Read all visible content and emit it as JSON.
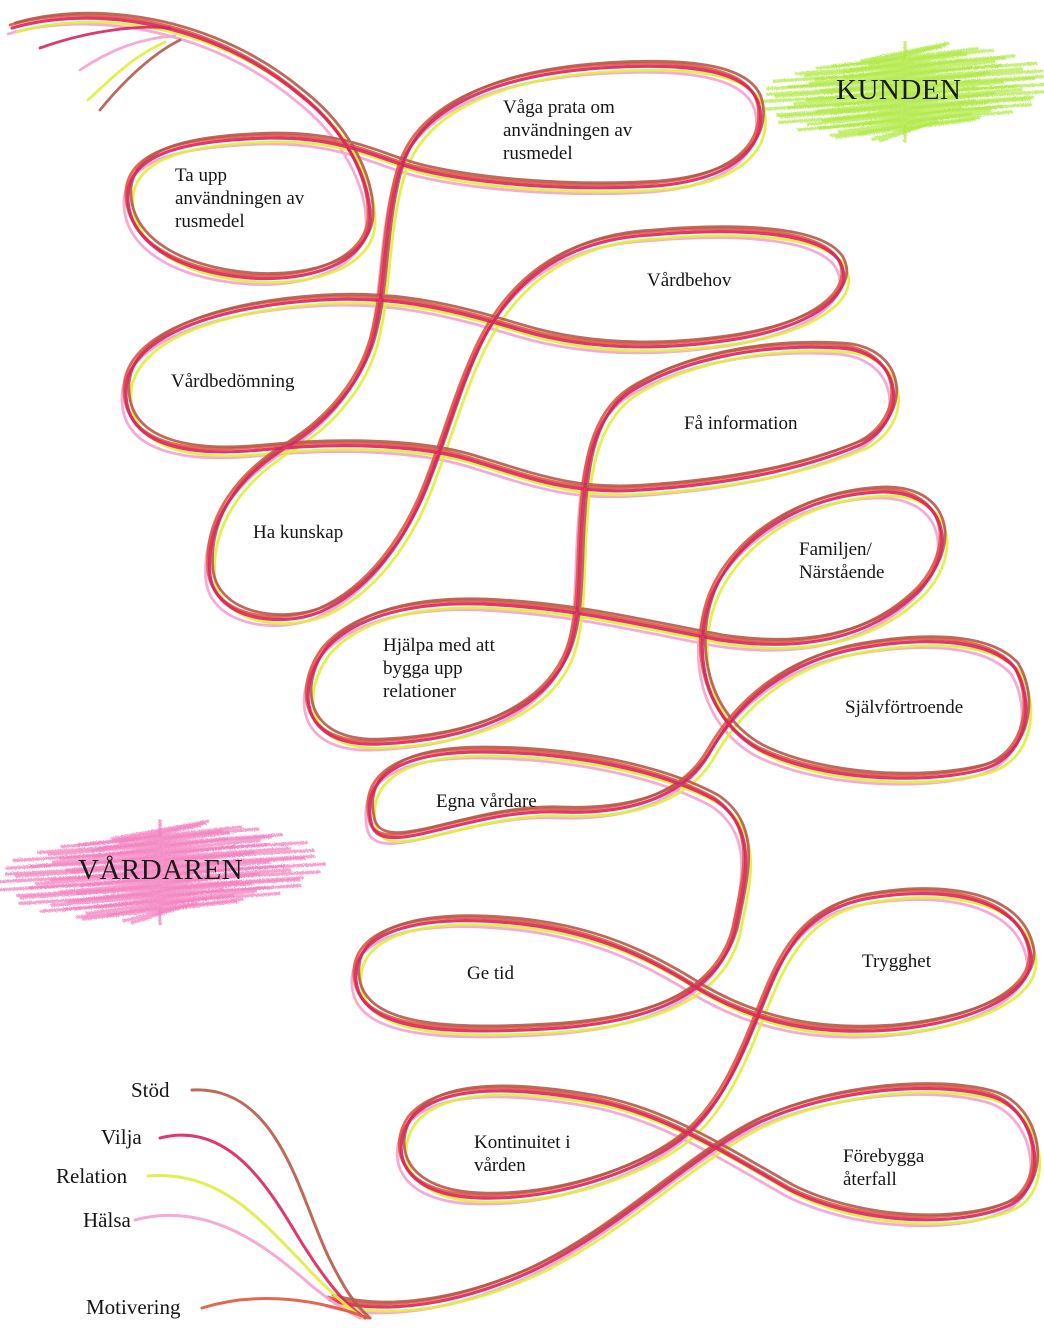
{
  "title_customer": "KUNDEN",
  "title_caregiver": "VÅRDAREN",
  "colors": {
    "customer_patch": "#a4e62a",
    "caregiver_patch": "#f06eb6",
    "stod": "#b45a4a",
    "vilja": "#d9245f",
    "relation": "#dfee3c",
    "halsa": "#f3a3cf",
    "motivering": "#e0573e"
  },
  "nodes": [
    {
      "id": "ta-upp",
      "label": "Ta upp\nanvändningen av\nrusmedel"
    },
    {
      "id": "vaga-prata",
      "label": "Våga prata om\nanvändningen av\nrusmedel"
    },
    {
      "id": "vardbehov",
      "label": "Vårdbehov"
    },
    {
      "id": "vardbedomning",
      "label": "Vårdbedömning"
    },
    {
      "id": "fa-information",
      "label": "Få information"
    },
    {
      "id": "ha-kunskap",
      "label": "Ha kunskap"
    },
    {
      "id": "familjen",
      "label": "Familjen/\nNärstående"
    },
    {
      "id": "hjalpa",
      "label": "Hjälpa med att\nbygga upp\nrelationer"
    },
    {
      "id": "sjalvfortroende",
      "label": "Självförtroende"
    },
    {
      "id": "egna-vardare",
      "label": "Egna vårdare"
    },
    {
      "id": "ge-tid",
      "label": "Ge tid"
    },
    {
      "id": "trygghet",
      "label": "Trygghet"
    },
    {
      "id": "kontinuitet",
      "label": "Kontinuitet i\nvården"
    },
    {
      "id": "forebygga",
      "label": "Förebygga\nåterfall"
    }
  ],
  "legend": [
    {
      "id": "stod",
      "label": "Stöd"
    },
    {
      "id": "vilja",
      "label": "Vilja"
    },
    {
      "id": "relation",
      "label": "Relation"
    },
    {
      "id": "halsa",
      "label": "Hälsa"
    },
    {
      "id": "motivering",
      "label": "Motivering"
    }
  ]
}
